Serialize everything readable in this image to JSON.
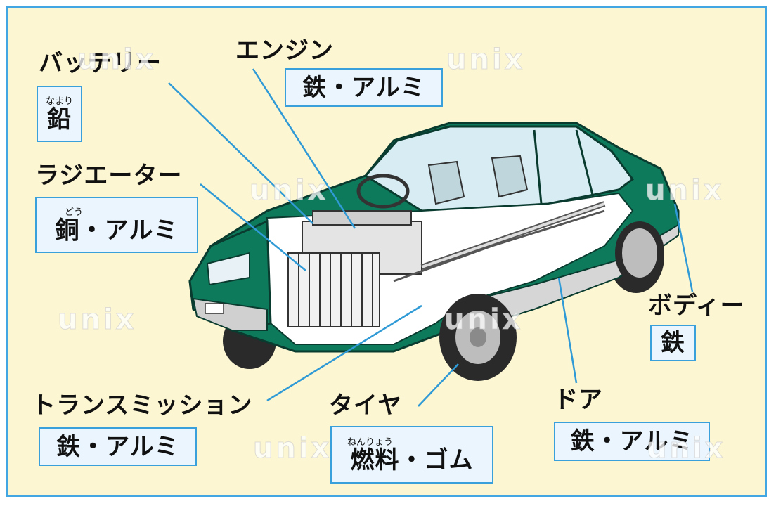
{
  "parts": {
    "battery": {
      "title": "バッテリー",
      "material": "鉛",
      "ruby": "なまり"
    },
    "engine": {
      "title": "エンジン",
      "material": "鉄・アルミ"
    },
    "radiator": {
      "title": "ラジエーター",
      "material": "銅・アルミ",
      "ruby": "どう"
    },
    "body": {
      "title": "ボディー",
      "material": "鉄"
    },
    "transmission": {
      "title": "トランスミッション",
      "material": "鉄・アルミ"
    },
    "tire": {
      "title": "タイヤ",
      "material": "燃料・ゴム",
      "ruby": "ねんりょう"
    },
    "door": {
      "title": "ドア",
      "material": "鉄・アルミ"
    }
  },
  "watermark": "unix",
  "colors": {
    "car_green": "#0e7a5c",
    "line_blue": "#2f9ad6",
    "background": "#fcf6d2"
  }
}
